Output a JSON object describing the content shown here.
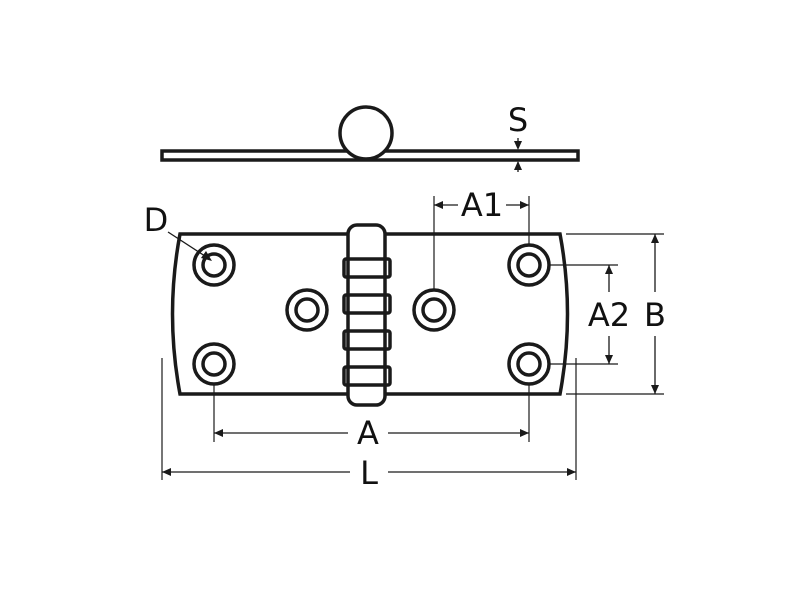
{
  "labels": {
    "s": "S",
    "d": "D",
    "a1": "A1",
    "a2": "A2",
    "b": "B",
    "a": "A",
    "l": "L"
  },
  "colors": {
    "line": "#1a1a1a",
    "background": "#ffffff"
  }
}
